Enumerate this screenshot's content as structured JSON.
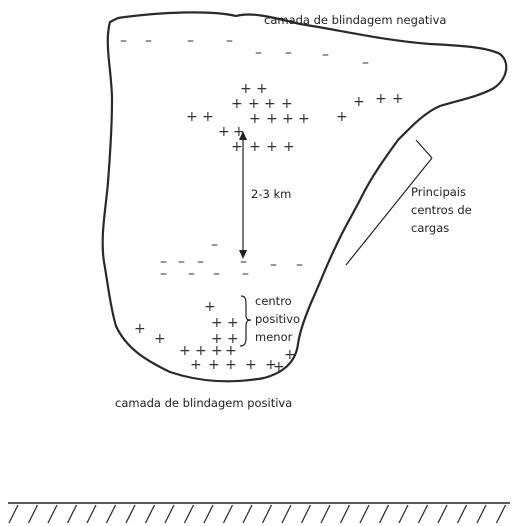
{
  "labels": {
    "negative_layer": "camada de blindagem negativa",
    "positive_layer": "camada de blindagem positiva",
    "distance": "2-3 km",
    "main_centers": [
      "Principais",
      "centros de",
      "cargas"
    ],
    "minor_center": [
      "centro",
      "positivo",
      "menor"
    ]
  },
  "symbols": {
    "plus": "+",
    "minus": "–"
  },
  "colors": {
    "ink": "#222222",
    "outline": "#2a2a2a"
  }
}
